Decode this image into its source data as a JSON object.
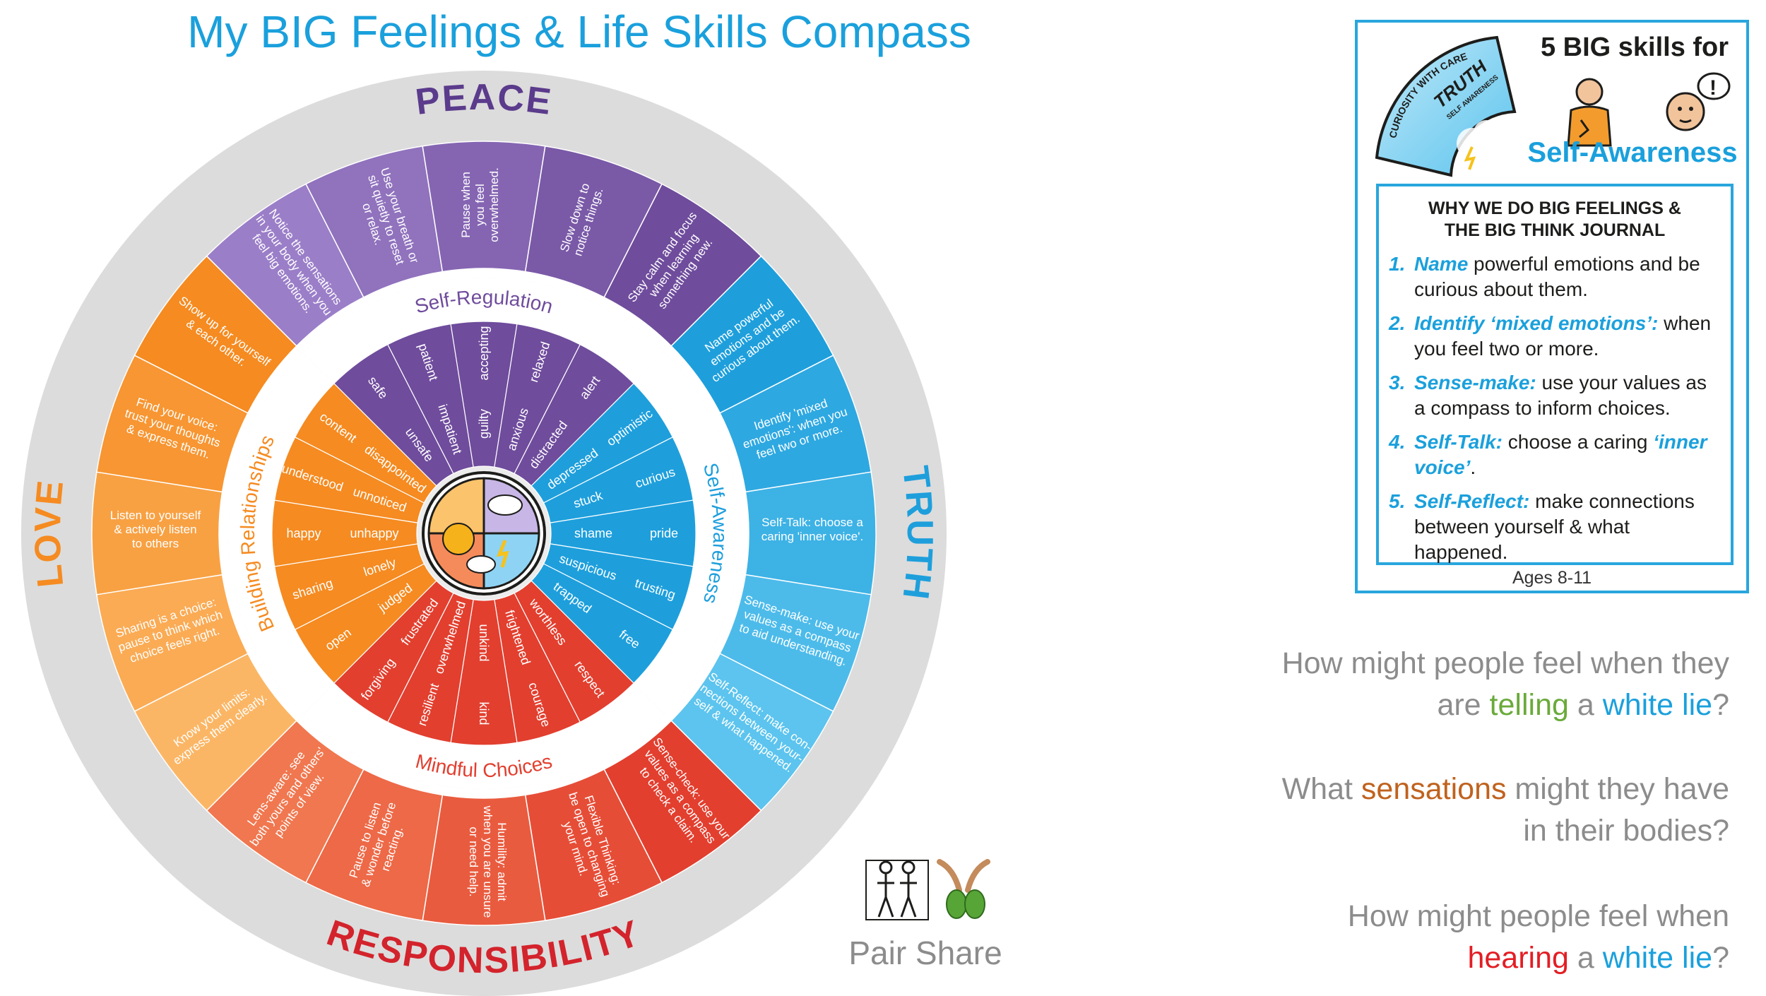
{
  "title": "My BIG Feelings & Life Skills Compass",
  "colors": {
    "peace": "#7e5aab",
    "truth": "#2aa7e0",
    "love": "#f79a3a",
    "responsibility": "#e8513a",
    "title": "#1aa0dc",
    "question": "#8c8c8c",
    "green": "#6aaa3a",
    "blue": "#1aa0dc",
    "orange": "#c0621e",
    "red": "#e31e24"
  },
  "compass": {
    "directions": {
      "top": "PEACE",
      "right": "TRUTH",
      "bottom": "RESPONSIBILITY",
      "left": "LOVE"
    },
    "rings": {
      "peace": "Self-Regulation",
      "truth": "Self-Awareness",
      "responsibility": "Mindful Choices",
      "love": "Building Relationships"
    },
    "outer": {
      "peace": [
        "Notice the sensations|in your body when you|feel big emotions.",
        "Use your breath or|sit quietly to reset|or relax.",
        "Pause when|you feel|overwhelmed.",
        "Slow down to|notice things.",
        "Stay calm and focus|when learning|something new."
      ],
      "truth": [
        "Name powerful|emotions and be|curious about them.",
        "Identify 'mixed|emotions': when you|feel two or more.",
        "Self-Talk: choose a|caring 'inner voice'.",
        "Sense-make: use your|values as a compass|to aid understanding.",
        "Self-Reflect: make con-|nections between your-|self & what happened."
      ],
      "responsibility": [
        "Sense-check: use your|values as a compass|to check a claim.",
        "Flexible Thinking:|be open to changing|your mind.",
        "Humility: admit|when you are unsure|or need help.",
        "Pause to listen|& wonder before|reacting.",
        "Lens-aware: see|both yours and others'|points of view."
      ],
      "love": [
        "Know your limits:|express them clearly.",
        "Sharing is a choice:|pause to think which|choice feels right.",
        "Listen to yourself|& actively listen|to others",
        "Find your voice:|trust your thoughts|& express them.",
        "Show up for yourself|& each other."
      ]
    },
    "inner": {
      "peace": [
        [
          "safe",
          "unsafe"
        ],
        [
          "patient",
          "impatient"
        ],
        [
          "accepting",
          "guilty"
        ],
        [
          "relaxed",
          "anxious"
        ],
        [
          "alert",
          "distracted"
        ]
      ],
      "truth": [
        [
          "optimistic",
          "depressed"
        ],
        [
          "curious",
          "stuck"
        ],
        [
          "pride",
          "shame"
        ],
        [
          "trusting",
          "suspicious"
        ],
        [
          "free",
          "trapped"
        ]
      ],
      "responsibility": [
        [
          "respect",
          "worthless"
        ],
        [
          "courage",
          "frightened"
        ],
        [
          "kind",
          "unkind"
        ],
        [
          "resilient",
          "overwhelmed"
        ],
        [
          "forgiving",
          "frustrated"
        ]
      ],
      "love": [
        [
          "open",
          "judged"
        ],
        [
          "sharing",
          "lonely"
        ],
        [
          "happy",
          "unhappy"
        ],
        [
          "understood",
          "unnoticed"
        ],
        [
          "content",
          "disappointed"
        ]
      ]
    }
  },
  "card": {
    "header": "5 BIG skills for",
    "skill": "Self-Awareness",
    "logo": {
      "arc_text": "CURIOSITY WITH CARE",
      "word": "TRUTH",
      "sub": "SELF AWARENESS"
    },
    "box_title_line1": "WHY WE DO BIG FEELINGS &",
    "box_title_line2": "THE BIG THINK JOURNAL",
    "items": [
      {
        "num": "1.",
        "keyword": "Name",
        "text": " powerful emotions and be curious about them."
      },
      {
        "num": "2.",
        "keyword": "Identify ‘mixed emotions’:",
        "text": " when you feel two or more."
      },
      {
        "num": "3.",
        "keyword": "Sense-make:",
        "text": " use your values as a compass to inform choices."
      },
      {
        "num": "4.",
        "keyword": "Self-Talk:",
        "text": " choose a caring ",
        "keyword2": "‘inner voice’",
        "text2": "."
      },
      {
        "num": "5.",
        "keyword": "Self-Reflect:",
        "text": " make connections between yourself & what happened."
      }
    ],
    "ages": "Ages 8-11"
  },
  "questions": {
    "q1": {
      "a": "How might people feel when they",
      "b": "are ",
      "hl1": "telling",
      "c": " a ",
      "hl2": "white lie",
      "d": "?"
    },
    "q2": {
      "a": "What ",
      "hl1": "sensations",
      "b": " might they have",
      "c": "in their bodies?"
    },
    "q3": {
      "a": "How might people feel when",
      "hl1": "hearing",
      "c": " a ",
      "hl2": "white lie",
      "d": "?"
    }
  },
  "pair": {
    "label": "Pair Share"
  }
}
